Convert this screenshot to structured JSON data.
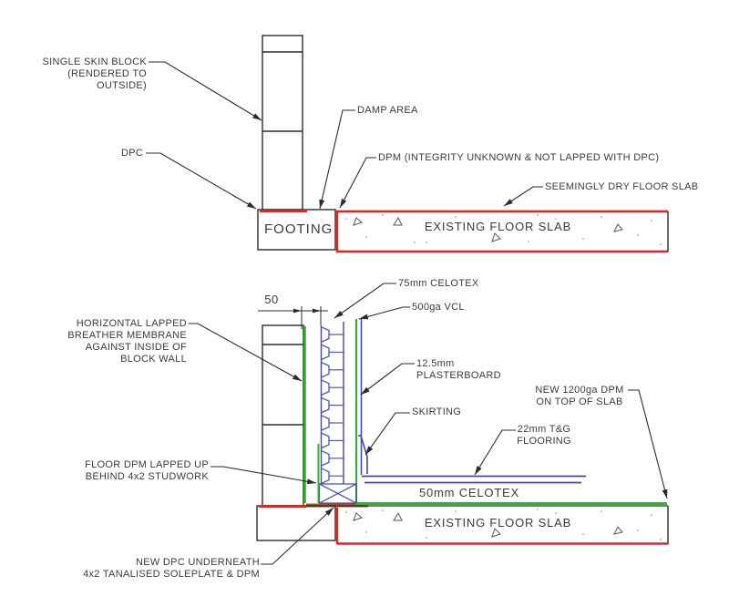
{
  "title": "Wall and floor junction construction detail",
  "colors": {
    "line": "#2b2b2b",
    "text": "#3a3a3a",
    "red": "#e02424",
    "green": "#2cb52c",
    "blue": "#4545aa",
    "blue_text": "#2a2ad4",
    "brown": "#a3511d",
    "speckle": "#8a8a8a"
  },
  "top_detail": {
    "labels": {
      "single_skin_block": "SINGLE SKIN BLOCK\n(RENDERED TO OUTSIDE)",
      "dpc": "DPC",
      "damp_area": "DAMP AREA",
      "dpm_note": "DPM (INTEGRITY UNKNOWN & NOT LAPPED WITH DPC)",
      "seemingly_dry": "SEEMINGLY DRY FLOOR SLAB",
      "footing": "FOOTING",
      "existing_floor_slab": "EXISTING FLOOR SLAB"
    }
  },
  "bottom_detail": {
    "labels": {
      "dim_50": "50",
      "celotex_75": "75mm CELOTEX",
      "vcl_500": "500ga VCL",
      "breather": "HORIZONTAL LAPPED\nBREATHER MEMBRANE\nAGAINST INSIDE OF\nBLOCK WALL",
      "plasterboard": "12.5mm\nPLASTERBOARD",
      "skirting": "SKIRTING",
      "new_dpm": "NEW 1200ga DPM\nON TOP OF SLAB",
      "tg_flooring": "22mm T&G\nFLOORING",
      "floor_dpm": "FLOOR DPM LAPPED UP\nBEHIND 4x2 STUDWORK",
      "celotex_50": "50mm CELOTEX",
      "existing_floor_slab": "EXISTING FLOOR SLAB",
      "new_dpc": "NEW DPC UNDERNEATH\n4x2 TANALISED SOLEPLATE & DPM"
    }
  }
}
